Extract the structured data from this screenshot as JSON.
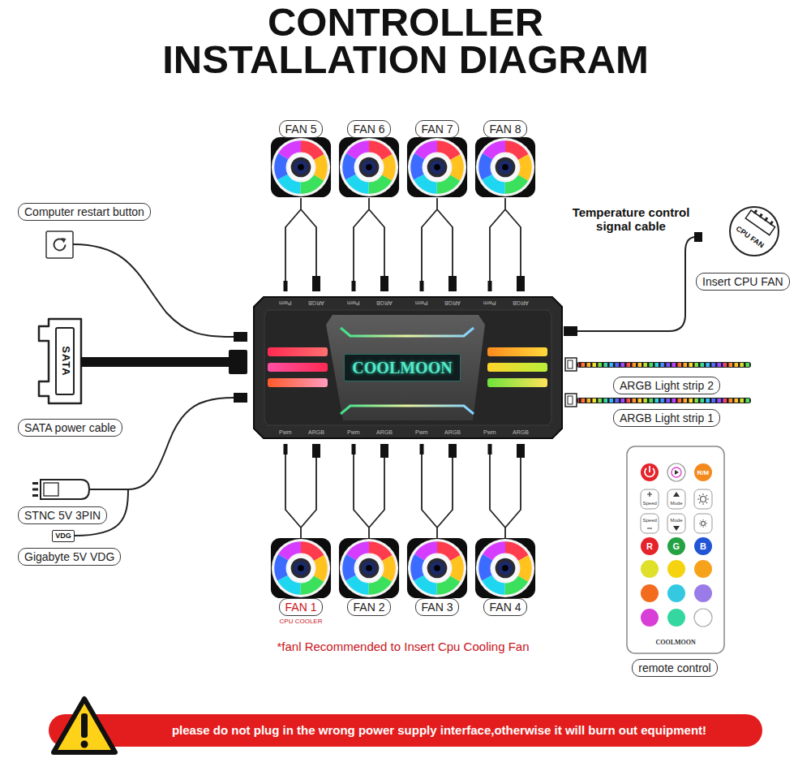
{
  "diagram": {
    "title": "CONTROLLER INSTALLATION DIAGRAM",
    "nodes": [
      {
        "text": [
          "FAN 5"
        ]
      },
      {
        "text": [
          "FAN 6"
        ]
      },
      {
        "text": [
          "FAN 7"
        ]
      },
      {
        "text": [
          "FAN 8"
        ]
      },
      {
        "text": [
          "Computer restart button"
        ]
      },
      {
        "text": [
          "Insert CPU FAN"
        ]
      },
      {
        "text": [
          "COOLMOON"
        ]
      },
      {
        "text": [
          "ARGB Light strip 2"
        ]
      },
      {
        "text": [
          "ARGB Light strip 1"
        ]
      },
      {
        "text": [
          "SATA power cable"
        ]
      },
      {
        "text": [
          "STNC 5V 3PIN"
        ]
      },
      {
        "text": [
          "VDG"
        ]
      },
      {
        "text": [
          "Gigabyte 5V VDG"
        ]
      },
      {
        "text": [
          "FAN 1",
          "CPU COOLER"
        ]
      },
      {
        "text": [
          "FAN 2"
        ]
      },
      {
        "text": [
          "FAN 3"
        ]
      },
      {
        "text": [
          "FAN 4"
        ]
      },
      {
        "text": [
          "remote control"
        ]
      },
      {
        "text": [
          "please do not plug in the wrong power supply interface,otherwise it will burn out equipment!"
        ]
      }
    ],
    "labels": [
      "Temperature control signal cable",
      "CPU FAN",
      "SATA",
      "*fanl Recommended to Insert Cpu Cooling Fan",
      "R/M",
      "Speed",
      "Mode",
      "Speed",
      "Mode",
      "R",
      "G",
      "B",
      "COOLMOON",
      "Pwm",
      "ARGB",
      "Pwm",
      "ARGB",
      "Pwm",
      "ARGB",
      "Pwm",
      "ARGB",
      "Pwm",
      "ARGB",
      "Pwm",
      "ARGB",
      "Pwm",
      "ARGB",
      "Pwm",
      "ARGB"
    ]
  }
}
